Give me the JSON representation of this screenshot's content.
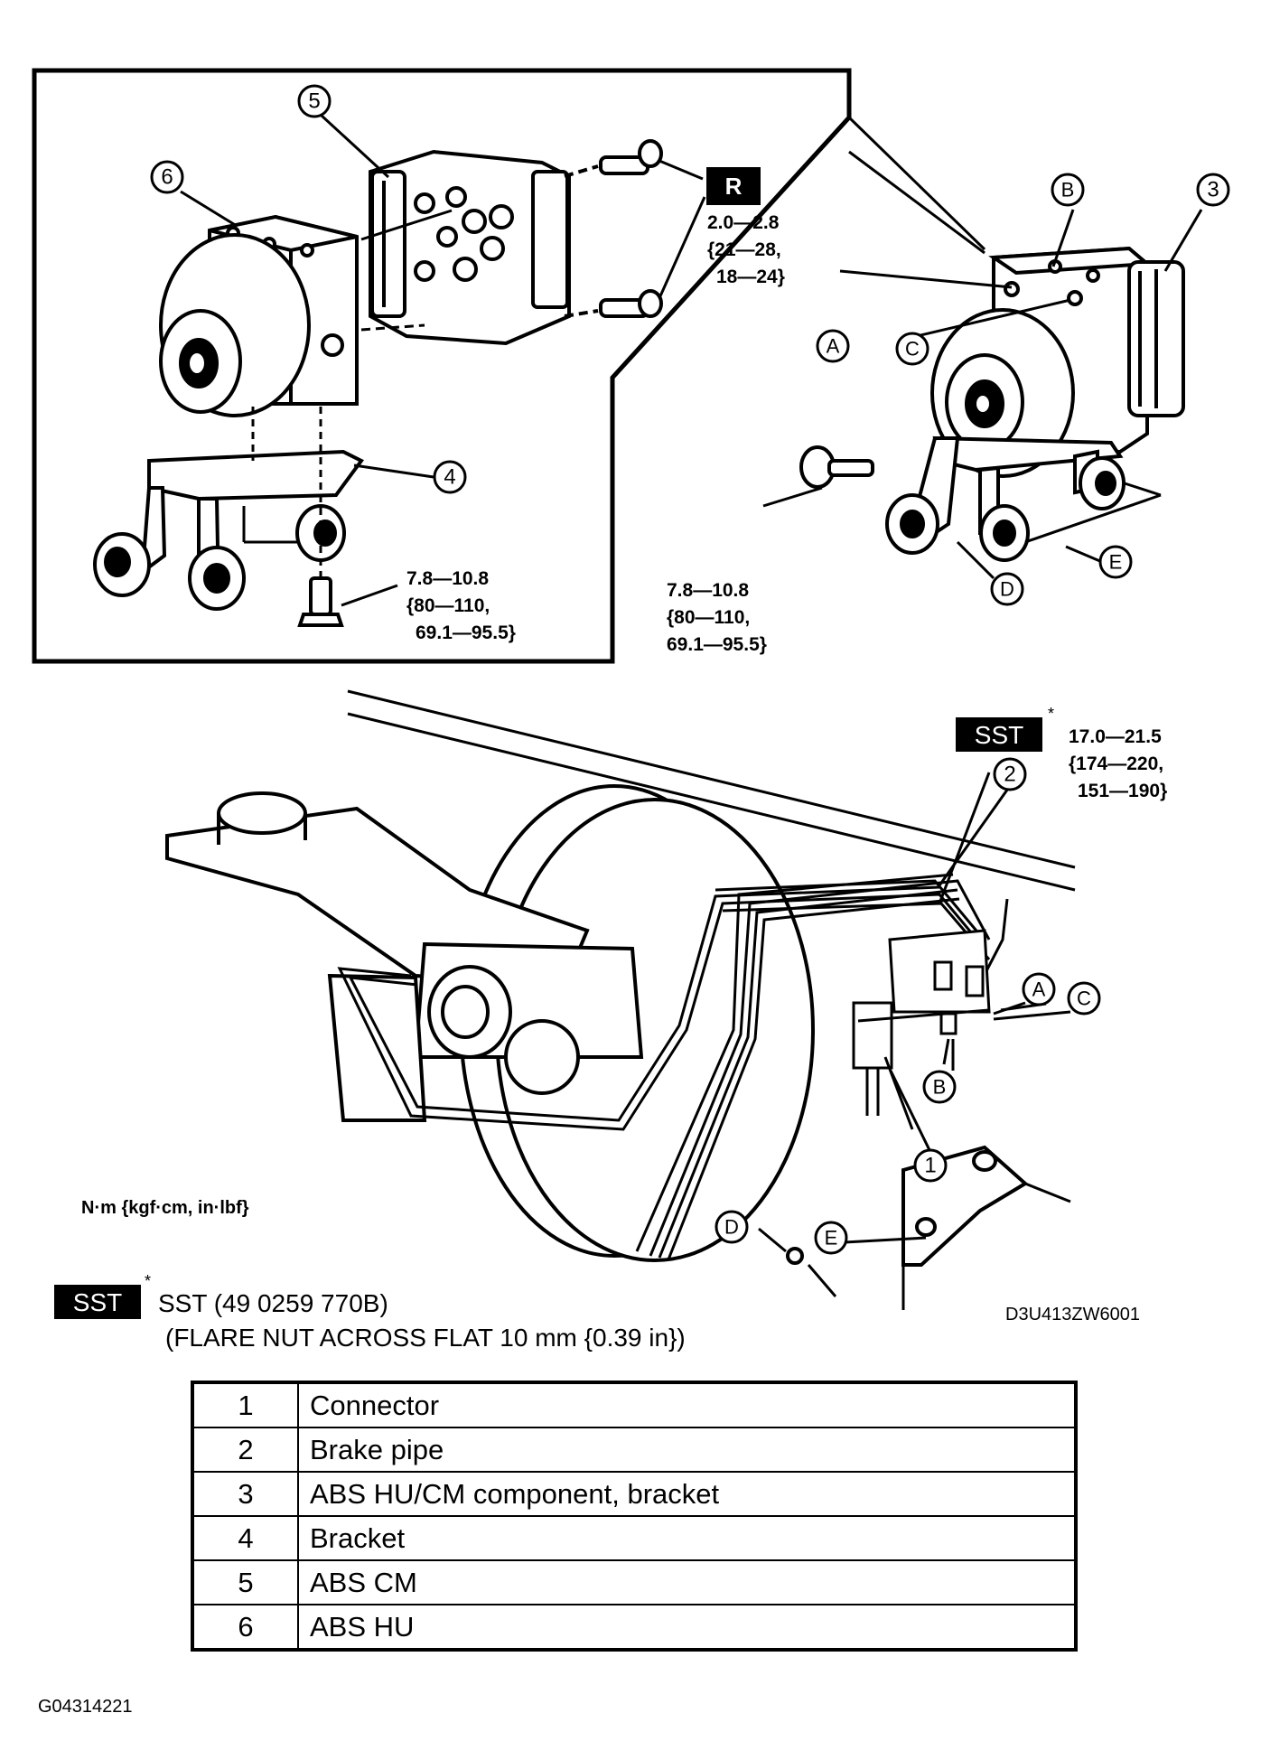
{
  "callouts": {
    "r_badge": "R",
    "r_torque": [
      "2.0—2.8",
      "{21—28,",
      "18—24}"
    ],
    "torque_left": [
      "7.8—10.8",
      "{80—110,",
      "69.1—95.5}"
    ],
    "torque_right": [
      "7.8—10.8",
      "{80—110,",
      "69.1—95.5}"
    ],
    "sst_badge": "SST",
    "sst_star": "*",
    "sst_torque": [
      "17.0—21.5",
      "{174—220,",
      "151—190}"
    ],
    "numbers": [
      "1",
      "2",
      "3",
      "4",
      "5",
      "6"
    ],
    "letters": [
      "A",
      "B",
      "C",
      "D",
      "E"
    ]
  },
  "units_note": "N·m {kgf·cm, in·lbf}",
  "footnote": {
    "badge": "SST",
    "star": "*",
    "line1": "SST (49 0259 770B)",
    "line2": "(FLARE NUT ACROSS FLAT 10 mm {0.39 in})"
  },
  "figure_code": "D3U413ZW6001",
  "legend": [
    {
      "num": "1",
      "label": "Connector"
    },
    {
      "num": "2",
      "label": "Brake pipe"
    },
    {
      "num": "3",
      "label": "ABS HU/CM component, bracket"
    },
    {
      "num": "4",
      "label": "Bracket"
    },
    {
      "num": "5",
      "label": "ABS CM"
    },
    {
      "num": "6",
      "label": "ABS HU"
    }
  ],
  "page_code": "G04314221"
}
